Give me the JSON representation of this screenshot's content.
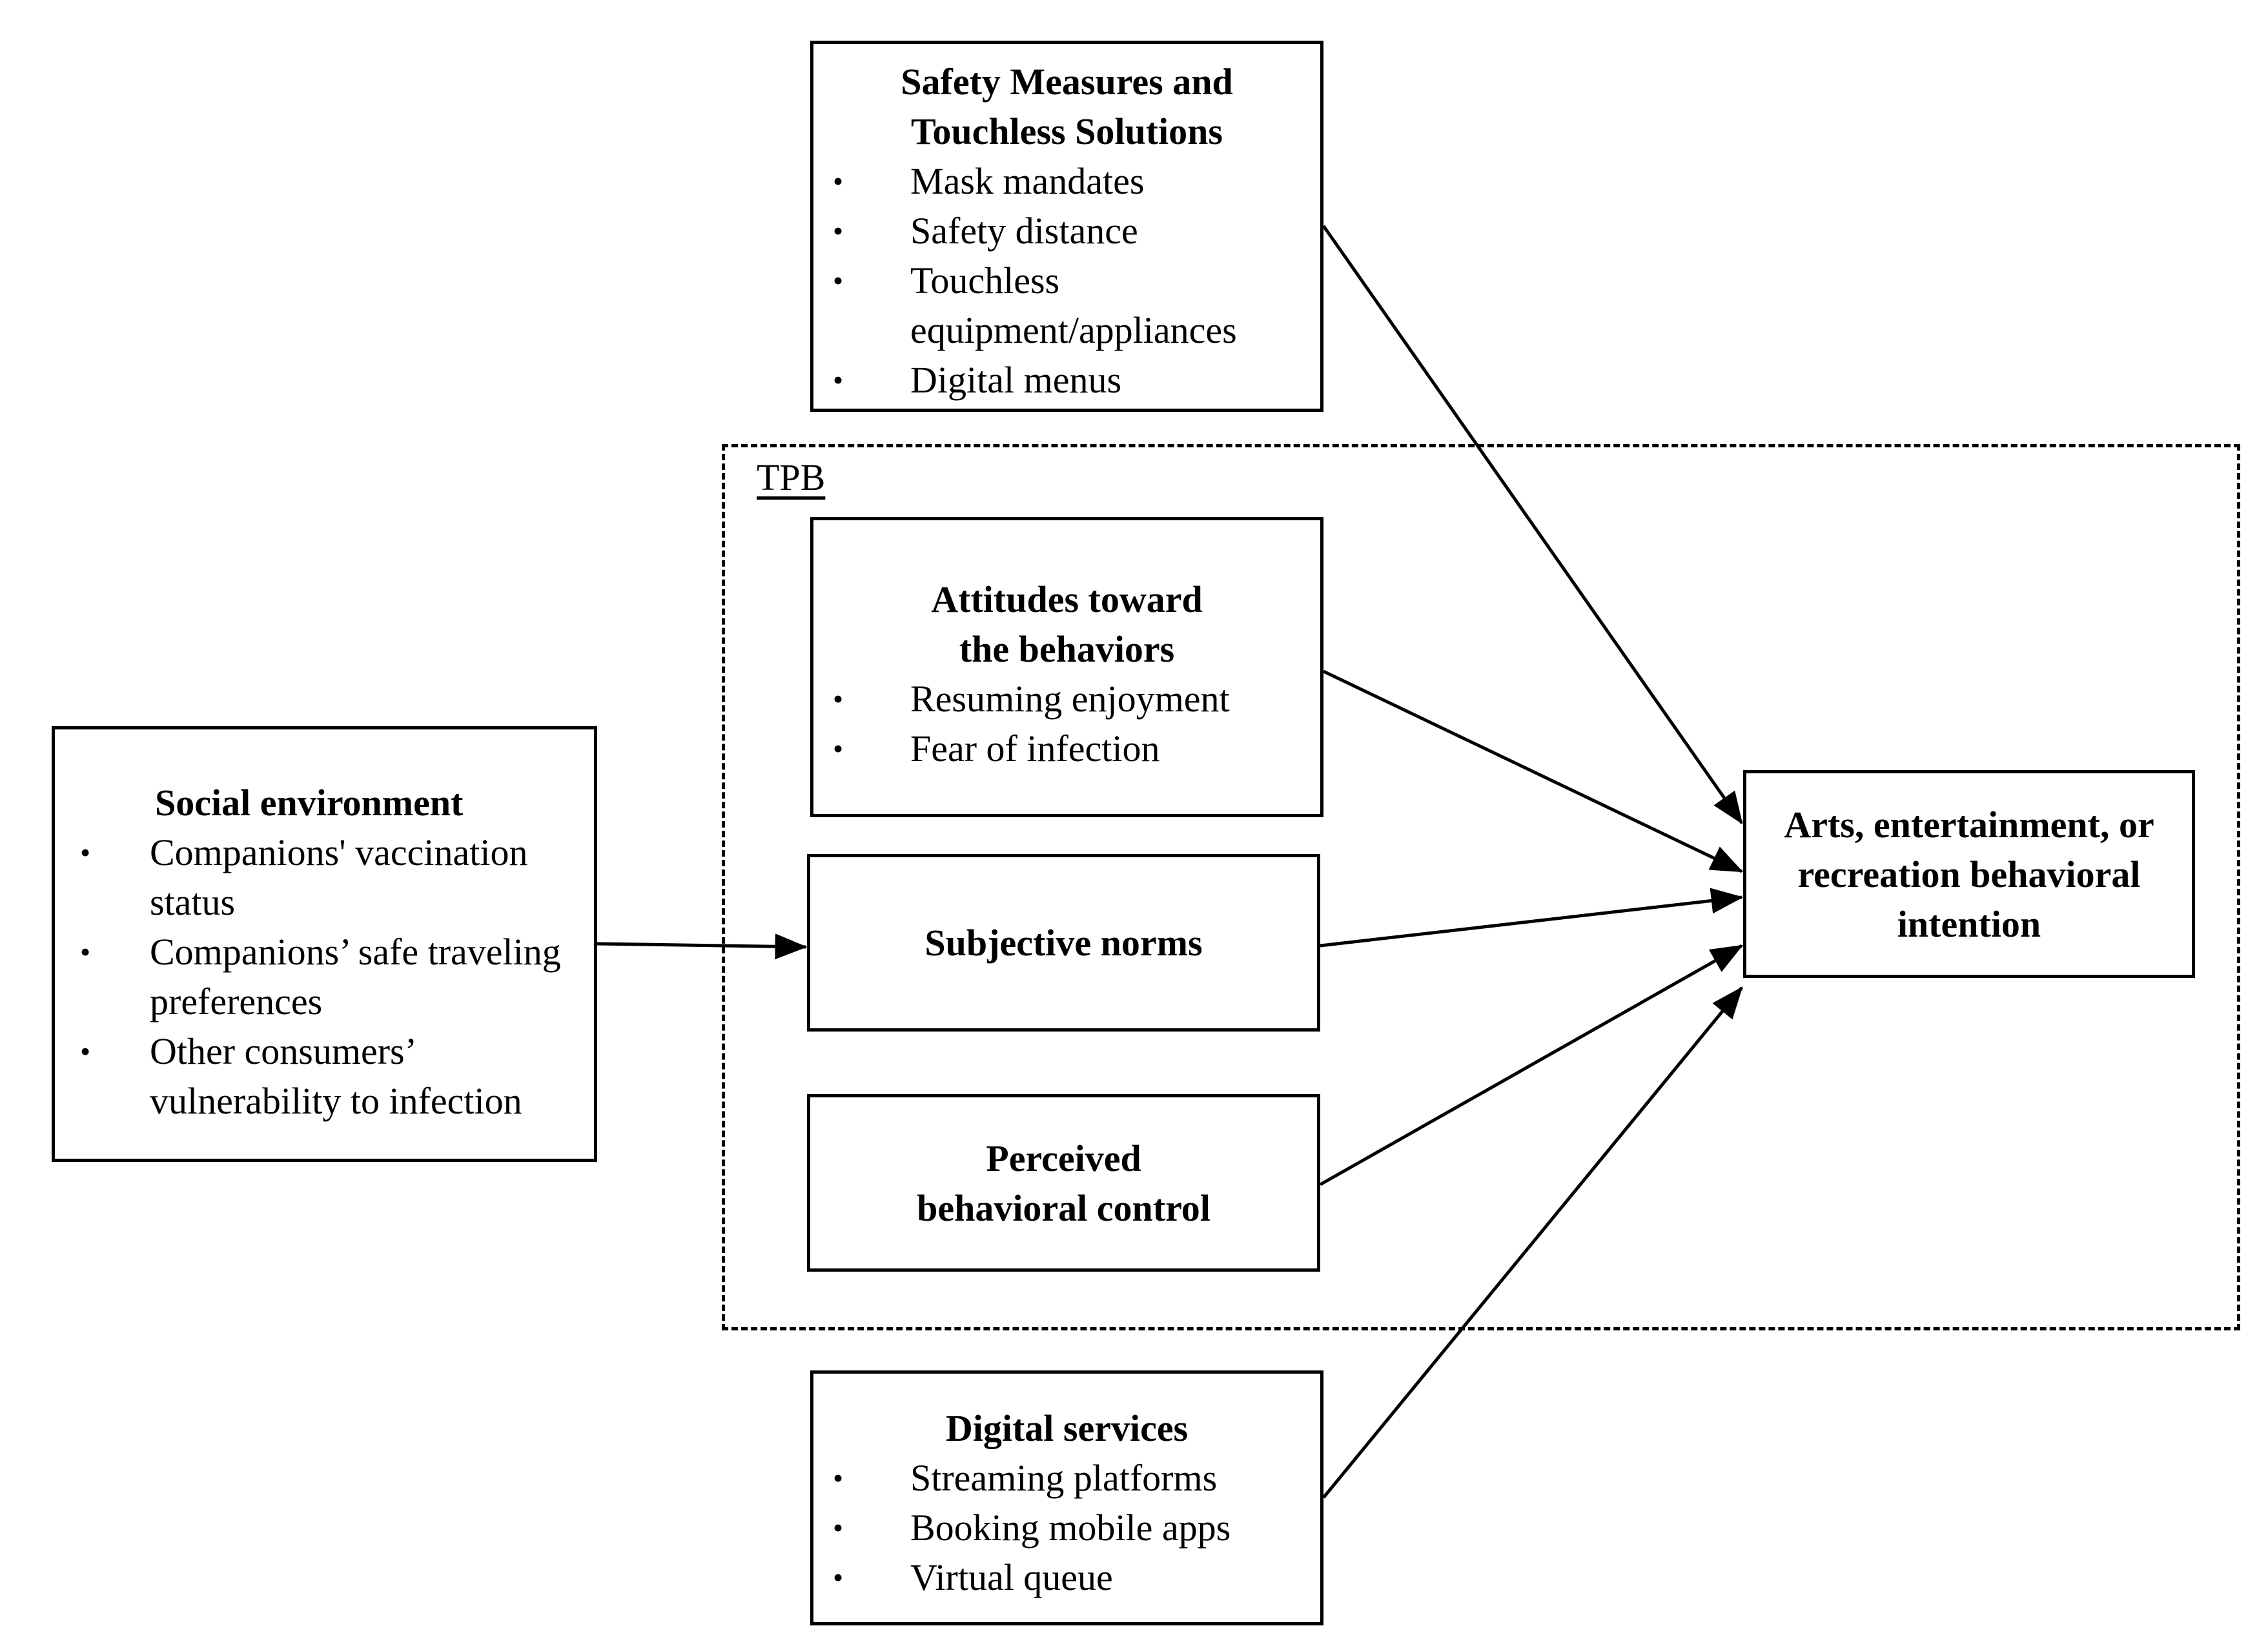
{
  "safety": {
    "title": "Safety Measures and Touchless Solutions",
    "items": [
      "Mask mandates",
      "Safety distance",
      "Touchless equipment/appliances",
      "Digital menus"
    ]
  },
  "tpb": {
    "label": "TPB"
  },
  "attitudes": {
    "title": "Attitudes toward the behaviors",
    "items": [
      "Resuming enjoyment",
      "Fear of infection"
    ]
  },
  "subjective": {
    "title": "Subjective norms"
  },
  "perceived": {
    "title": "Perceived behavioral control"
  },
  "social": {
    "title": "Social environment",
    "items": [
      "Companions' vaccination status",
      "Companions’ safe traveling preferences",
      "Other consumers’ vulnerability to infection"
    ]
  },
  "digital": {
    "title": "Digital services",
    "items": [
      "Streaming platforms",
      "Booking mobile apps",
      "Virtual queue"
    ]
  },
  "outcome": {
    "title": "Arts, entertainment, or recreation behavioral intention"
  },
  "bullet": "•"
}
